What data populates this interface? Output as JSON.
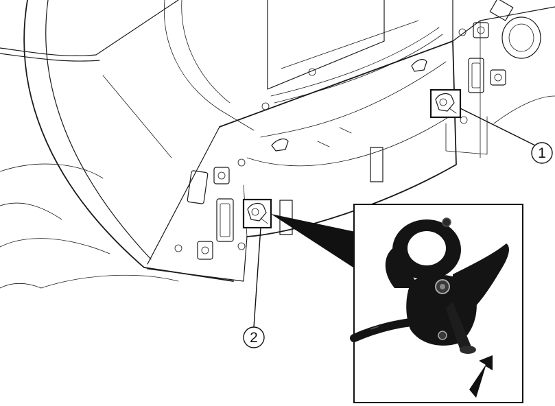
{
  "callouts": [
    {
      "number": "1"
    },
    {
      "number": "2"
    }
  ],
  "colors": {
    "line": "#1a1a1a",
    "background": "#ffffff",
    "detail_fill": "#141414",
    "arrow": "#111111"
  },
  "icons": {
    "detail_view": "cable-release-lever-photo",
    "arrow": "up-right-pointing-arrow"
  }
}
